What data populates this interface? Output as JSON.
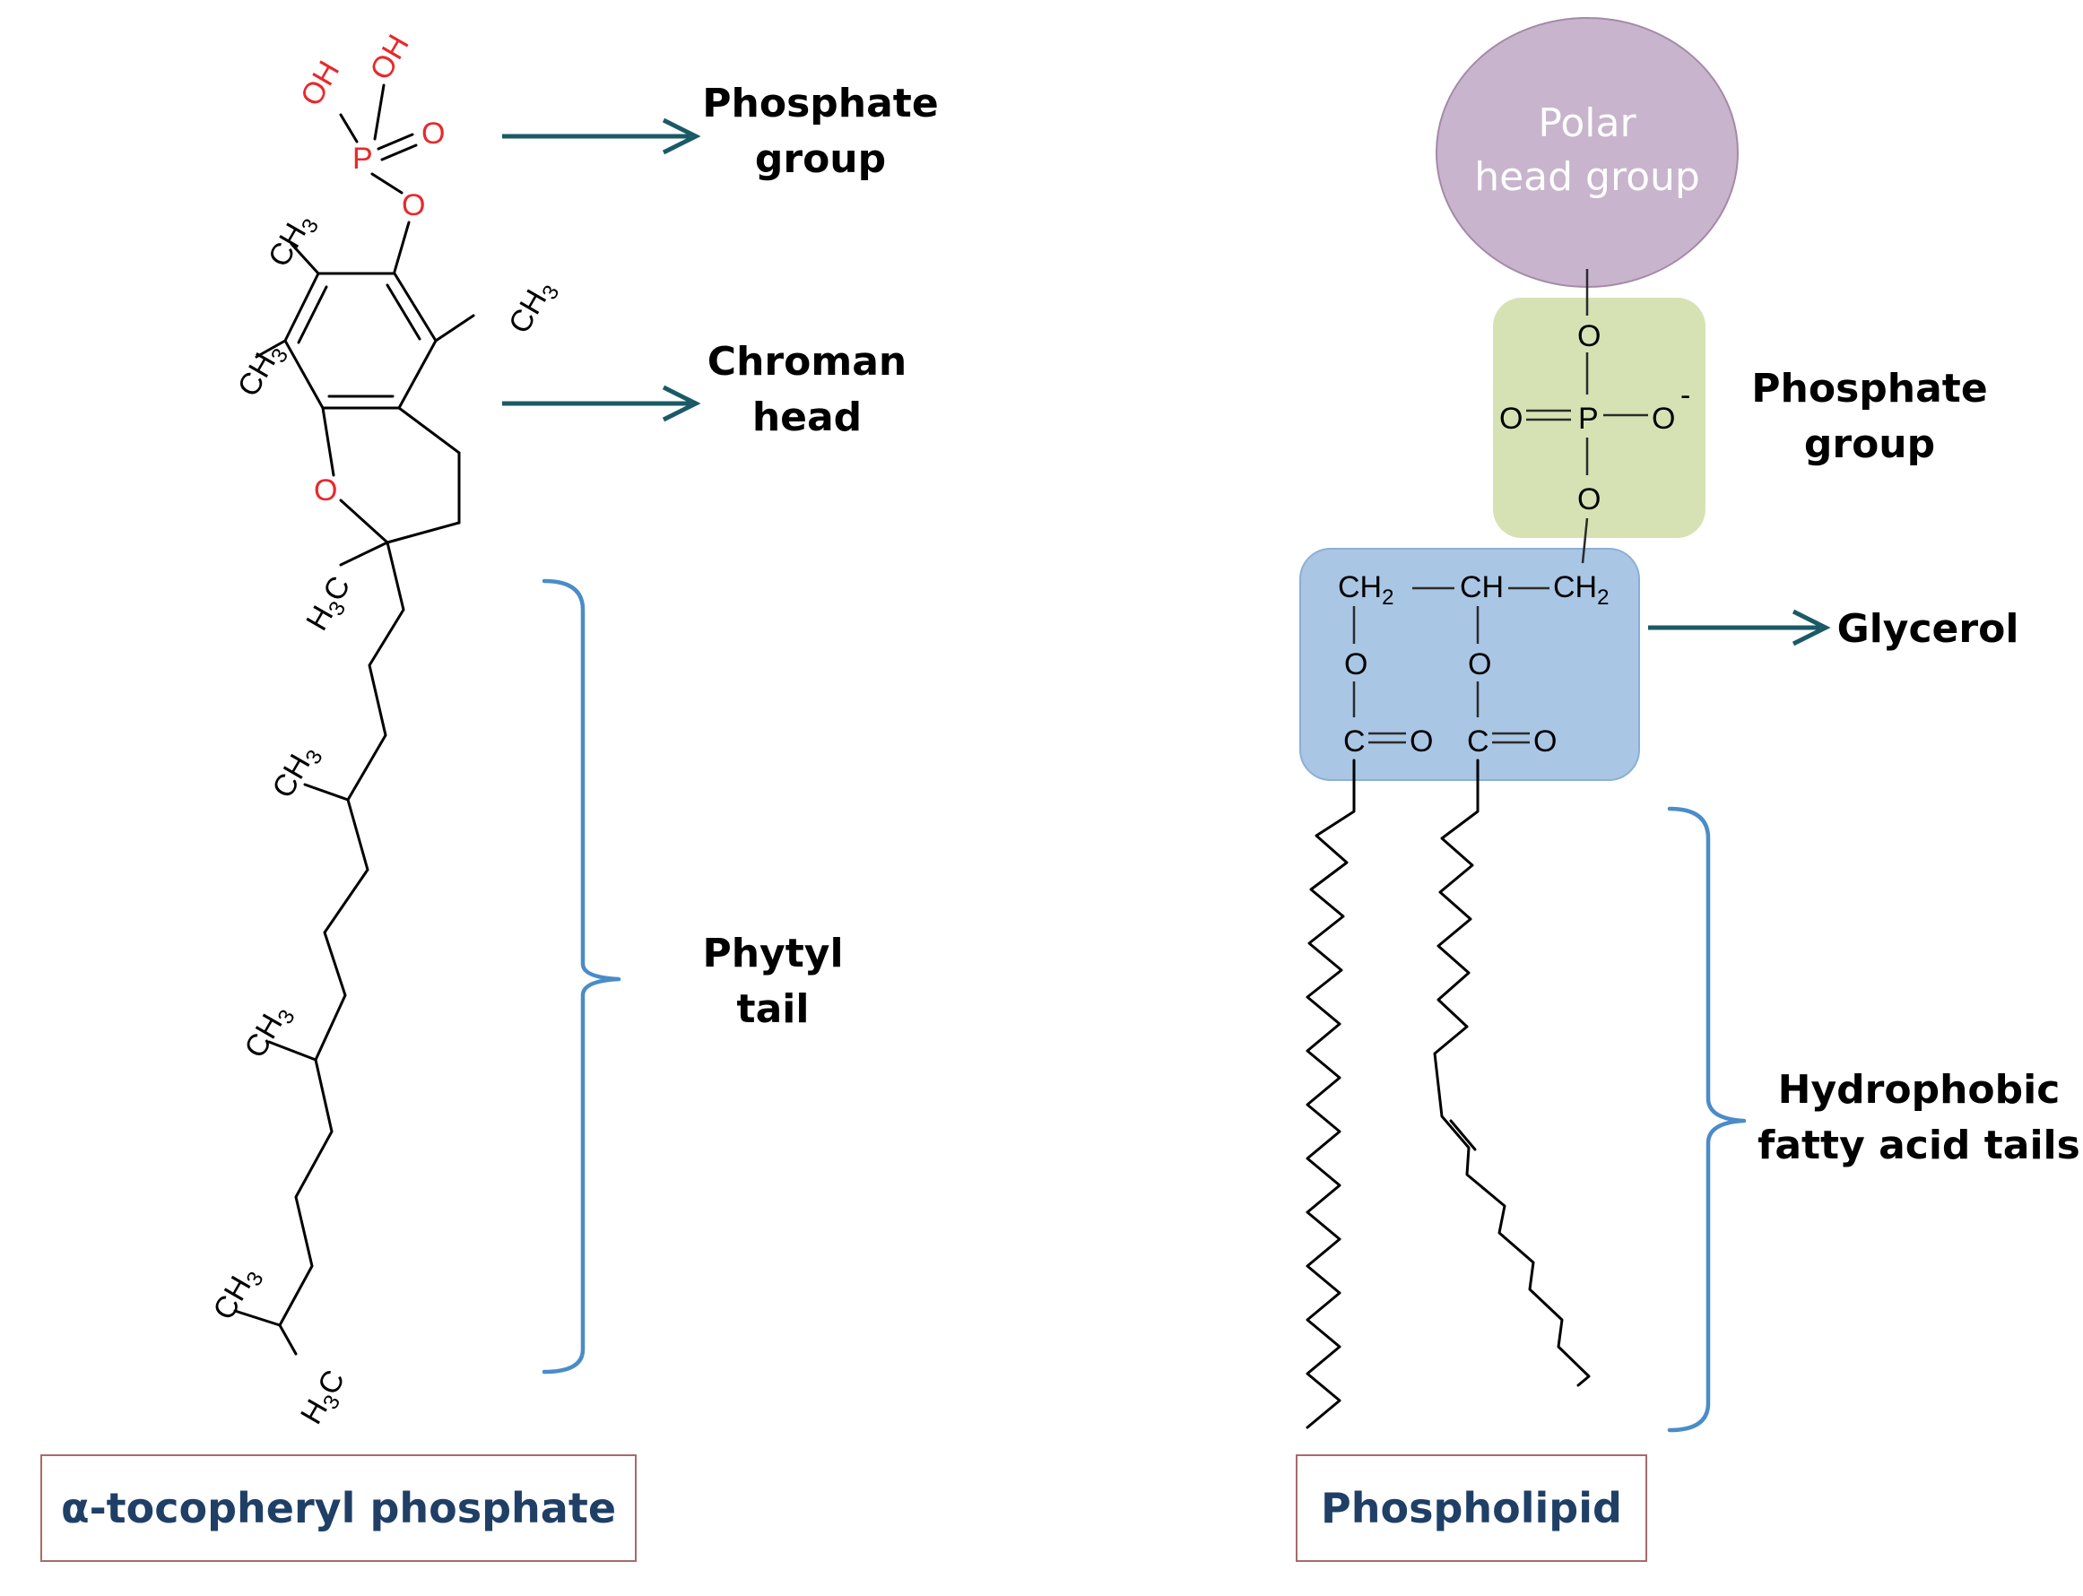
{
  "left_molecule": {
    "title": "α-tocopheryl phosphate",
    "labels": {
      "phosphate_group": [
        "Phosphate",
        "group"
      ],
      "chroman_head": [
        "Chroman",
        "head"
      ],
      "phytyl_tail": [
        "Phytyl",
        "tail"
      ]
    },
    "atoms": {
      "oh": "OH",
      "p": "P",
      "o": "O",
      "ch3": "CH",
      "h3c_h": "H",
      "h3c_c": "C",
      "sub3": "3"
    }
  },
  "right_molecule": {
    "title": "Phospholipid",
    "head_group": [
      "Polar",
      "head group"
    ],
    "labels": {
      "phosphate_group": [
        "Phosphate",
        "group"
      ],
      "glycerol": "Glycerol",
      "tails": [
        "Hydrophobic",
        "fatty acid tails"
      ]
    },
    "atoms": {
      "o": "O",
      "p": "P",
      "minus": "-",
      "ch2": "CH",
      "ch": "CH",
      "sub2": "2",
      "c": "C"
    }
  },
  "colors": {
    "arrow": "#1a5a66",
    "brace": "#4a8cc8",
    "head_group_fill": "#c8b4cc",
    "phosphate_fill": "#d6e2b4",
    "glycerol_fill": "#a9c6e4",
    "title_text": "#1f3f66",
    "oxygen_red": "#e8282b"
  }
}
